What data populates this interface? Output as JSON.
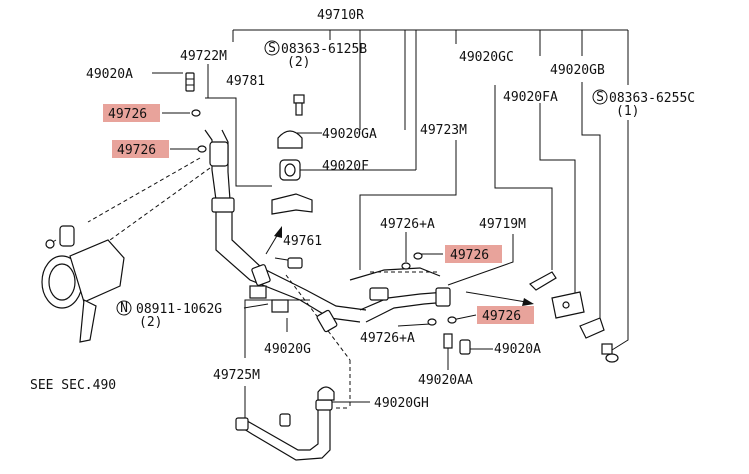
{
  "diagram": {
    "labels": {
      "p49710R": "49710R",
      "p49722M": "49722M",
      "s08363_6125B": "08363-6125B",
      "s08363_6125B_qty": "(2)",
      "p49020A_top": "49020A",
      "p49781": "49781",
      "p49726_a": "49726",
      "p49726_b": "49726",
      "p49020GA": "49020GA",
      "p49020F": "49020F",
      "p49020GC": "49020GC",
      "p49020GB": "49020GB",
      "p49020FA": "49020FA",
      "s08363_6255C": "08363-6255C",
      "s08363_6255C_qty": "(1)",
      "p49723M": "49723M",
      "p49761": "49761",
      "p49726A_top": "49726+A",
      "p49719M": "49719M",
      "p49726_c": "49726",
      "n08911_1062G": "08911-1062G",
      "n08911_1062G_qty": "(2)",
      "p49726_d": "49726",
      "p49726A_bot": "49726+A",
      "p49020A_bot": "49020A",
      "p49020G": "49020G",
      "p49725M": "49725M",
      "p49020AA": "49020AA",
      "see_sec": "SEE SEC.490",
      "p49020GH": "49020GH"
    },
    "symbols": {
      "s_mark": "S",
      "n_mark": "N"
    },
    "highlight_color": "#e8a39b"
  }
}
